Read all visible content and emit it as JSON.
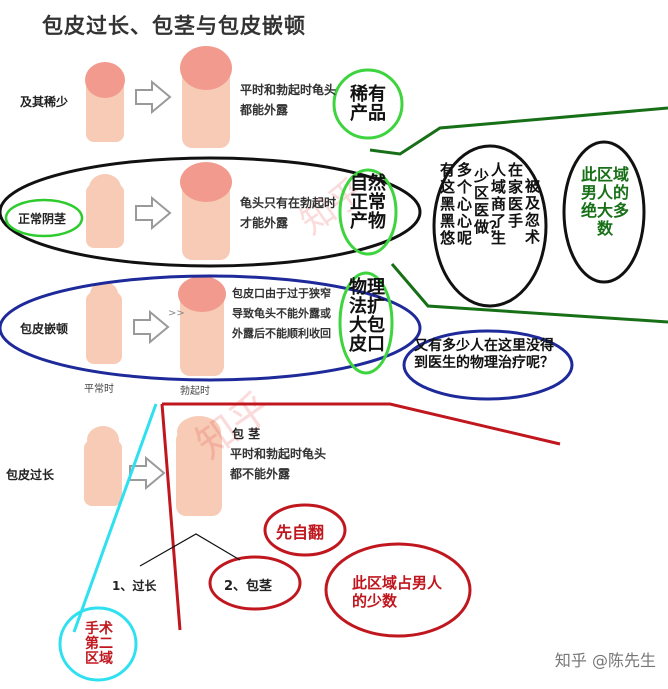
{
  "title": "包皮过长、包茎与包皮嵌顿",
  "rows": {
    "rare": {
      "label": "及其稀少",
      "desc": "平时和勃起时龟头都能外露",
      "tag": "稀有产品"
    },
    "normal": {
      "label": "正常阴茎",
      "desc": "龟头只有在勃起时才能外露",
      "tag": "自然正常产物"
    },
    "incarceration": {
      "label": "包皮嵌顿",
      "desc": "包皮口由于过于狭窄导致龟头不能外露或外露后不能顺利收回",
      "tag": "物理法扩大包皮口",
      "caption_left": "平常时",
      "caption_right": "勃起时"
    },
    "overlong": {
      "label": "包皮过长"
    },
    "phimosis": {
      "title": "包 茎",
      "desc": "平时和勃起时龟头都不能外露"
    }
  },
  "annotations": {
    "question_black_cols": [
      "有这黑黑悠",
      "多个心心呢",
      "少区医做？",
      "人域商了生",
      "在家医手",
      "被及忽术"
    ],
    "majority": "此区域男人的绝大多数",
    "question_blue": "又有多少人在这里没得到医生的物理治疗呢？",
    "self_flip": "先自翻",
    "minority": "此区域占男人的少数",
    "branch_1": "1、过长",
    "branch_2": "2、包茎",
    "surgery": "手术第二区域"
  },
  "watermark": "知乎 @陈先生",
  "colors": {
    "green": "#177017",
    "red": "#c0171f",
    "blue_ring": "#1e2a9a",
    "cyan": "#2ee0f0",
    "skin": "#f7cbb6",
    "glans": "#f29a8d"
  }
}
